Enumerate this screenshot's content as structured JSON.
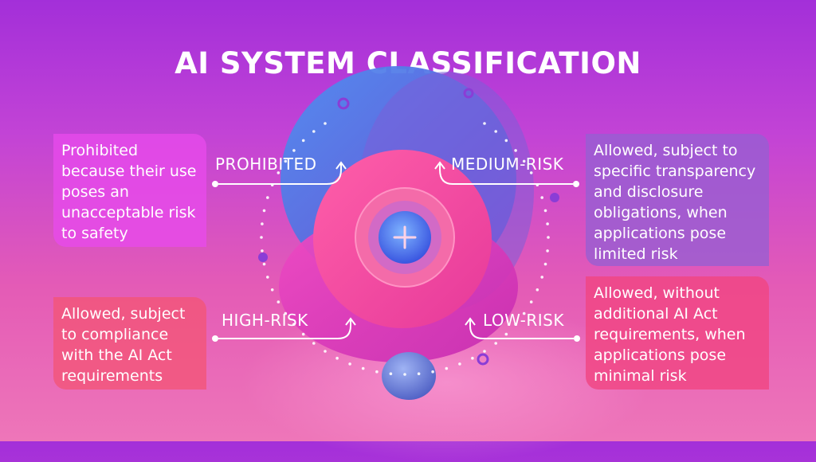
{
  "title": "AI SYSTEM CLASSIFICATION",
  "center_icon": "plus-icon",
  "categories": [
    {
      "label": "PROHIBITED",
      "description": "Prohibited because their use poses an unacceptable risk to safety",
      "color": "#e84aec"
    },
    {
      "label": "MEDIUM-RISK",
      "description": "Allowed, subject to specific transparency and disclosure obligations, when applications pose limited risk",
      "color": "#965fd2"
    },
    {
      "label": "HIGH-RISK",
      "description": "Allowed, subject to compliance with the AI Act requirements",
      "color": "#f35578"
    },
    {
      "label": "LOW-RISK",
      "description": "Allowed, without additional AI Act requirements, when applications pose minimal risk",
      "color": "#f04682"
    }
  ]
}
